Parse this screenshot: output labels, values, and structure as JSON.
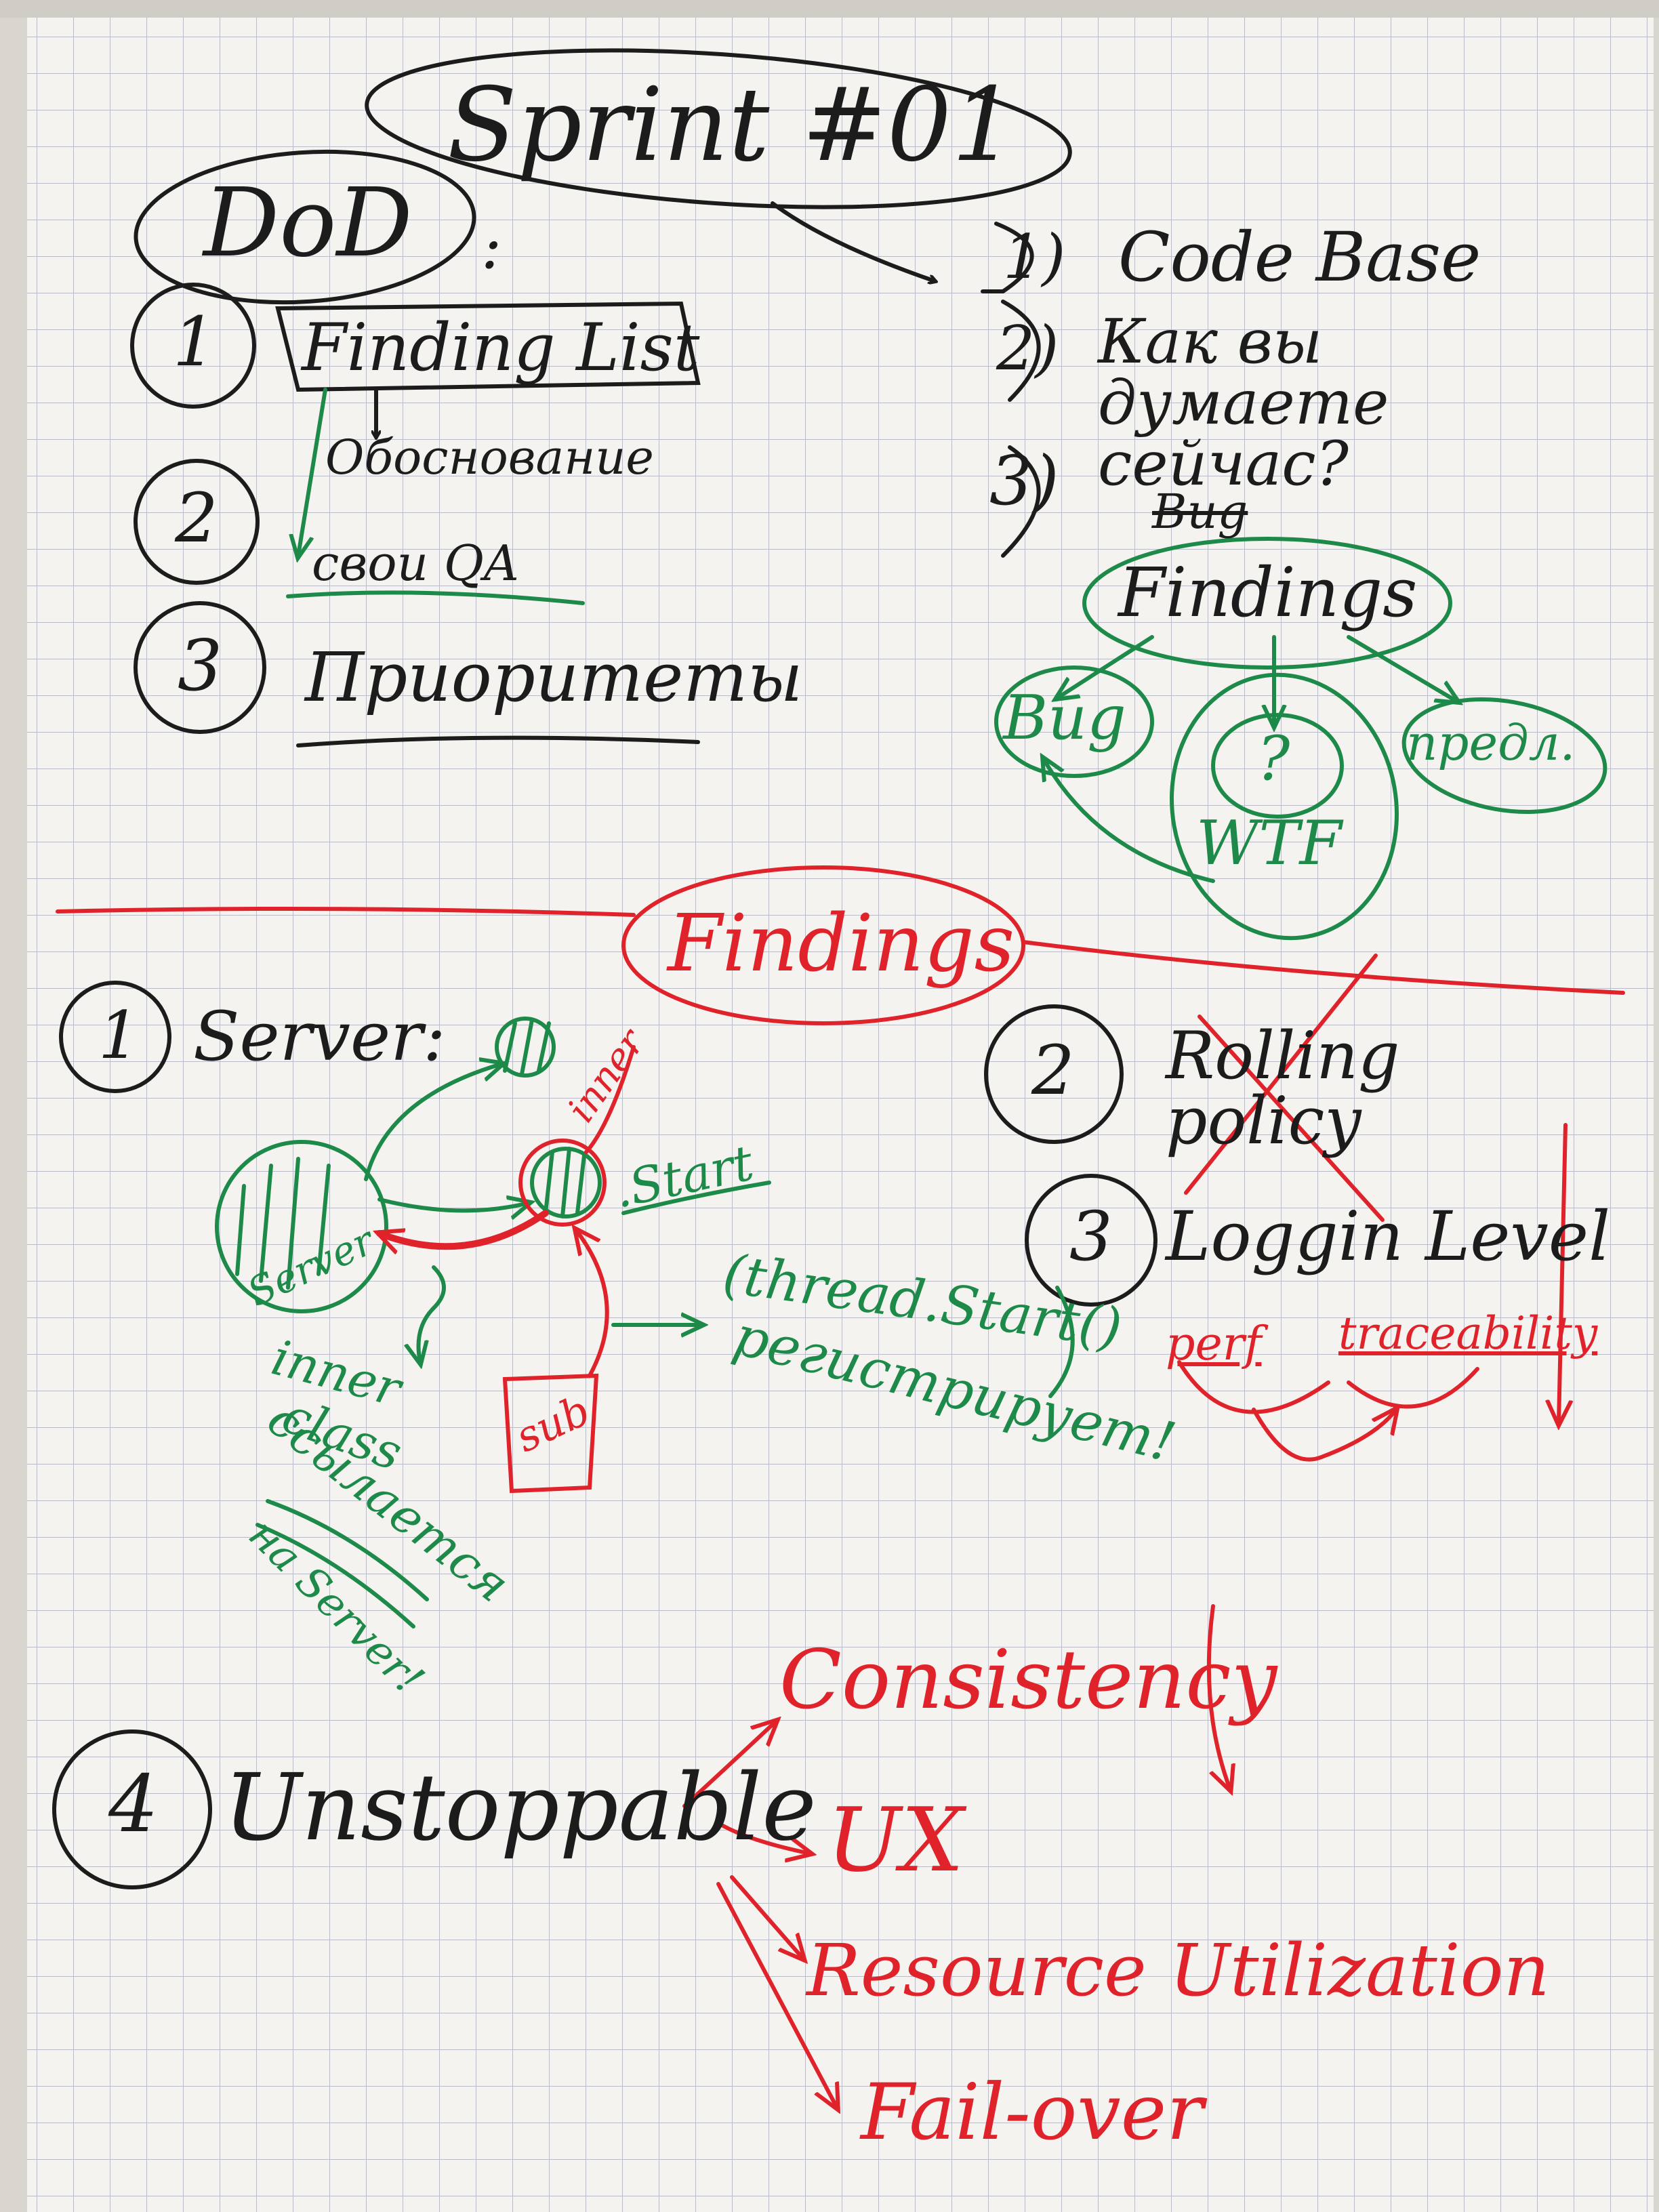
{
  "title": "Sprint #01",
  "dod": {
    "label": "DoD",
    "colon": ":",
    "items": [
      {
        "num": "1",
        "text": "Finding List"
      },
      {
        "num": "2",
        "text": "свои QA"
      },
      {
        "num": "3",
        "text": "Приоритеты"
      }
    ],
    "sub_note": "Обоснование"
  },
  "sprint_goals": {
    "items": [
      {
        "num": "1)",
        "text": "Code Base"
      },
      {
        "num": "2)",
        "text": "Как вы думаете сейчас?"
      },
      {
        "num": "3)",
        "text": "Findings"
      }
    ],
    "crossed_word": "Bug",
    "finding_types": [
      "Bug",
      "?",
      "WTF",
      "предл."
    ]
  },
  "findings_section": {
    "title": "Findings",
    "items": [
      {
        "num": "1",
        "text": "Server:"
      },
      {
        "num": "2",
        "text": "Rolling policy",
        "crossed": true
      },
      {
        "num": "3",
        "text": "Loggin Level"
      },
      {
        "num": "4",
        "text": "Unstoppable"
      }
    ],
    "server_notes": {
      "server_label": "Server",
      "inner": "inner",
      "start": ".Start",
      "sub": "sub",
      "thread_note_1": "(thread.Start()",
      "thread_note_2": "регистрирует!",
      "class_note": [
        "inner",
        "class",
        "ссылается",
        "на Server!"
      ]
    },
    "logging_options": [
      "perf",
      "traceability"
    ],
    "unstoppable_targets": [
      "Consistency",
      "UX",
      "Resource Utilization",
      "Fail-over"
    ]
  },
  "colors": {
    "paper": "#f4f3ef",
    "grid": "#b9bcc6",
    "ink_black": "#1c1c1c",
    "ink_green": "#1e8a4a",
    "ink_red": "#e0232b"
  }
}
